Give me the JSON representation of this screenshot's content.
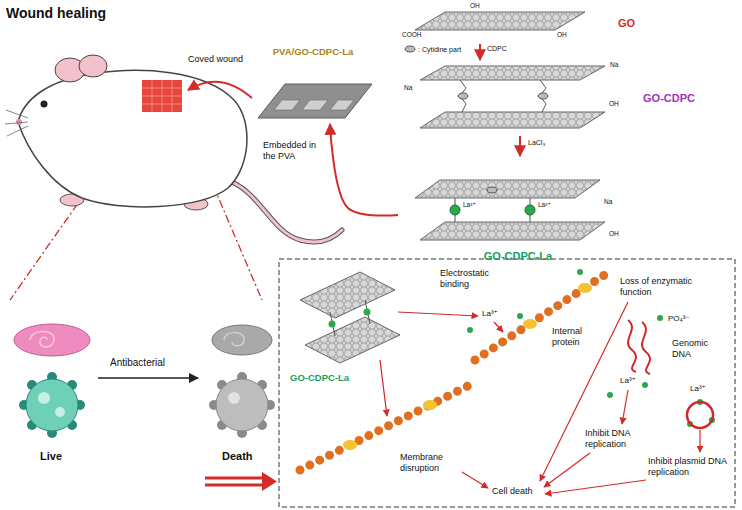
{
  "diagram": {
    "title": "Wound healing",
    "nodes": [
      {
        "text": [
          "PVA/GO-CDPC-La"
        ]
      },
      {
        "text": [
          "GO"
        ]
      },
      {
        "text": [
          "GO-CDPC"
        ]
      },
      {
        "text": [
          "GO-CDPC-La"
        ]
      }
    ],
    "edges": [
      {
        "from": 1,
        "to": 2,
        "arrow": "to",
        "label": "CDPC"
      },
      {
        "from": 2,
        "to": 3,
        "arrow": "to",
        "label": "LaCl₃"
      },
      {
        "from": 3,
        "to": 0,
        "arrow": "to",
        "label": "Embedded in the PVA"
      }
    ],
    "labels": [
      "Coved wound",
      "OH",
      "COOH",
      "OH",
      "Na",
      "OH",
      "Na",
      "La³⁺",
      "La³⁺",
      "Na",
      "OH",
      "Antibacterial",
      "Live",
      "Death",
      "GO-CDPC-La",
      "Electrostatic binding",
      "La³⁺",
      "Loss of enzymatic function",
      "Internal protein",
      "PO₄³⁻",
      "Genomic DNA",
      "La³⁺",
      "La³⁺",
      "Membrane disruption",
      "Inhibit DNA replication",
      "Inhibit plasmid DNA replication",
      "Cell death"
    ],
    "legend": [
      {
        "text": ": Cytidine part"
      }
    ]
  }
}
